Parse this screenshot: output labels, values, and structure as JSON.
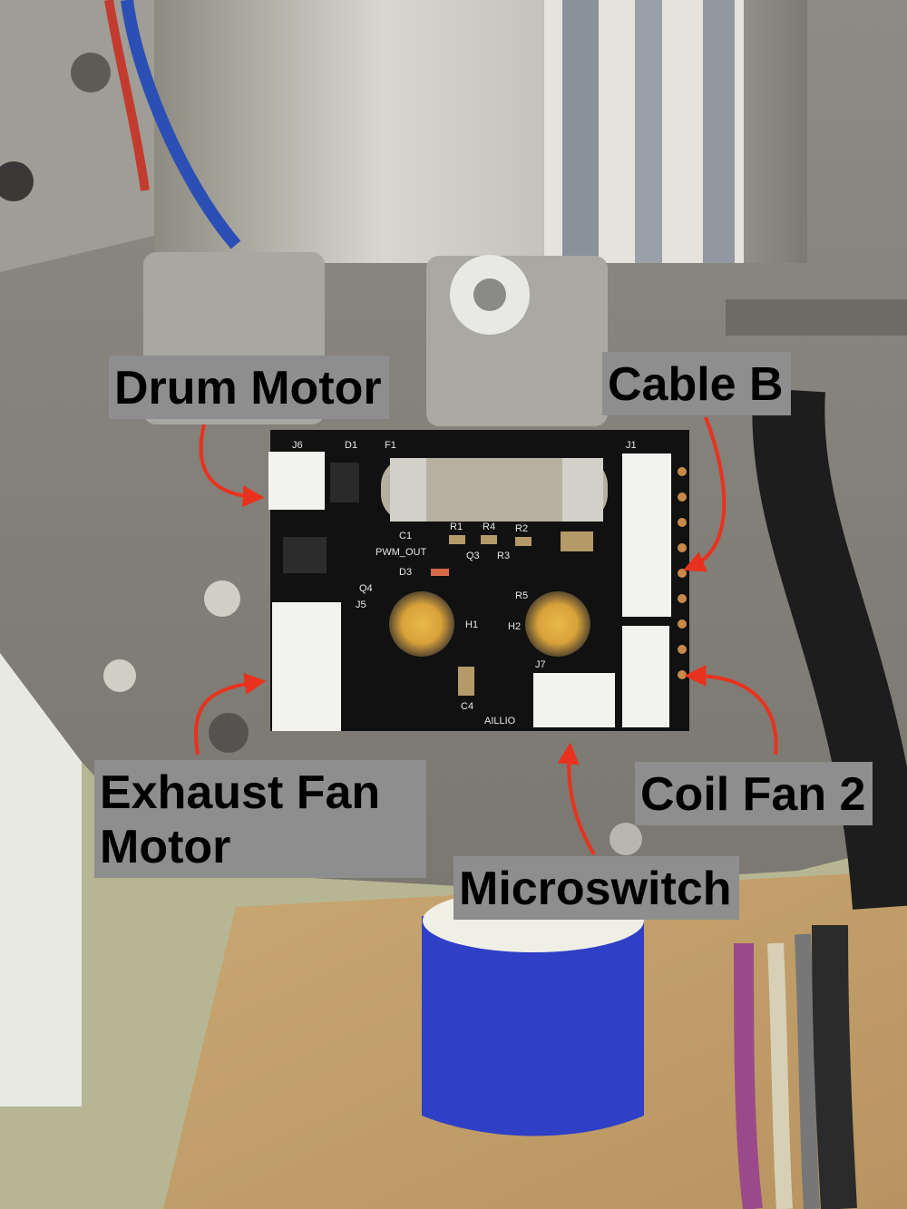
{
  "callouts": {
    "drum_motor": "Drum Motor",
    "cable_b": "Cable B",
    "exhaust_fan_line1": "Exhaust Fan",
    "exhaust_fan_line2": "Motor",
    "coil_fan_2": "Coil Fan 2",
    "microswitch": "Microswitch"
  },
  "silkscreen": {
    "j6": "J6",
    "d1": "D1",
    "f1": "F1",
    "j1": "J1",
    "c1": "C1",
    "pwm_out": "PWM_OUT",
    "d3": "D3",
    "q3": "Q3",
    "r1": "R1",
    "r2": "R2",
    "r3": "R3",
    "r4": "R4",
    "r5": "R5",
    "q4": "Q4",
    "j5": "J5",
    "h1": "H1",
    "h2": "H2",
    "j7": "J7",
    "c4": "C4",
    "brand": "AILLIO"
  },
  "colors": {
    "arrow": "#e8321e",
    "label_bg": "#8e8e8e",
    "pcb": "#111111"
  }
}
